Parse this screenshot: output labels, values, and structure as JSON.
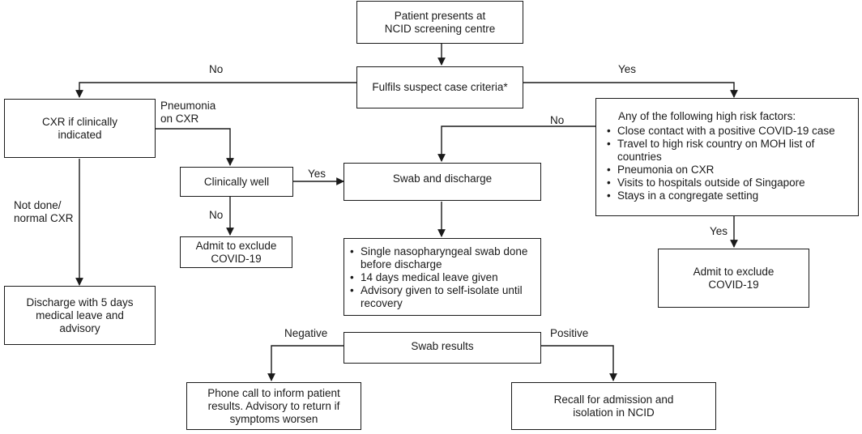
{
  "boxes": {
    "start": [
      "Patient presents at",
      "NCID screening centre"
    ],
    "criteria": [
      "Fulfils suspect case criteria*"
    ],
    "cxr": [
      "CXR if clinically",
      "indicated"
    ],
    "risk_title": "Any of the following high risk factors:",
    "risk_items": [
      "Close contact with a positive COVID-19 case",
      "Travel to high risk country on MOH list of countries",
      "Pneumonia on CXR",
      "Visits to hospitals outside of Singapore",
      "Stays in a congregate setting"
    ],
    "clin_well": [
      "Clinically well"
    ],
    "swab_discharge": [
      "Swab and discharge"
    ],
    "admit_left": [
      "Admit to exclude",
      "COVID-19"
    ],
    "swab_info": [
      "Single nasopharyngeal swab done before discharge",
      "14 days medical leave given",
      "Advisory given to self-isolate until recovery"
    ],
    "admit_right": [
      "Admit to exclude",
      "COVID-19"
    ],
    "discharge": [
      "Discharge with 5 days",
      "medical leave and",
      "advisory"
    ],
    "swab_results": [
      "Swab results"
    ],
    "phone": [
      "Phone call to inform patient",
      "results. Advisory to return if",
      "symptoms worsen"
    ],
    "recall": [
      "Recall for admission and",
      "isolation in NCID"
    ]
  },
  "labels": {
    "no_left": "No",
    "yes_right": "Yes",
    "pneumonia": [
      "Pneumonia",
      "on CXR"
    ],
    "no_risk": "No",
    "yes_clin": "Yes",
    "no_clin": "No",
    "not_done": [
      "Not done/",
      "normal CXR"
    ],
    "yes_admit": "Yes",
    "negative": "Negative",
    "positive": "Positive"
  }
}
